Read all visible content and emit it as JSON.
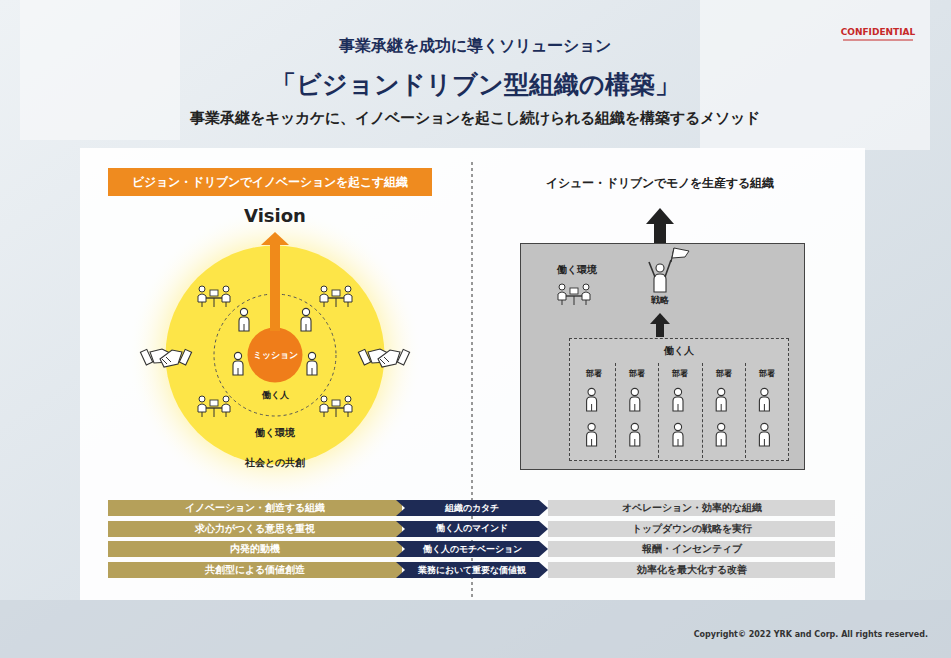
{
  "diagram": {
    "title": "「ビジョンドリブン型組織の構築」",
    "nodes": [
      {
        "text": [
          "ビジョン・ドリブンでイノベーションを起こす組織"
        ]
      },
      {
        "text": [
          "社会との共創"
        ]
      },
      {
        "text": [
          "働く環境"
        ],
        "in": 1
      },
      {
        "text": [
          "働く人"
        ],
        "in": 2
      },
      {
        "text": [
          "ミッション"
        ],
        "in": 3
      },
      {
        "text": [
          "働く環境"
        ]
      },
      {
        "text": [
          "働く人"
        ],
        "in": 5
      },
      {
        "text": [
          "部署"
        ],
        "in": 6
      },
      {
        "text": [
          "部署"
        ],
        "in": 6
      },
      {
        "text": [
          "部署"
        ],
        "in": 6
      },
      {
        "text": [
          "部署"
        ],
        "in": 6
      },
      {
        "text": [
          "部署"
        ],
        "in": 6
      },
      {
        "text": [
          "イノベーション・創造する組織"
        ]
      },
      {
        "text": [
          "組織のカタチ"
        ]
      },
      {
        "text": [
          "オペレーション・効率的な組織"
        ]
      },
      {
        "text": [
          "求心力がつくる意思を重視"
        ]
      },
      {
        "text": [
          "働く人のマインド"
        ]
      },
      {
        "text": [
          "トップダウンの戦略を実行"
        ]
      },
      {
        "text": [
          "内発的動機"
        ]
      },
      {
        "text": [
          "働く人のモチベーション"
        ]
      },
      {
        "text": [
          "報酬・インセンティブ"
        ]
      },
      {
        "text": [
          "共創型による価値創造"
        ]
      },
      {
        "text": [
          "業務において重要な価値観"
        ]
      },
      {
        "text": [
          "効率化を最大化する改善"
        ]
      }
    ],
    "labels": [
      "CONFIDENTIAL",
      "事業承継を成功に導くソリューション",
      "事業承継をキッカケに、イノベーションを起こし続けられる組織を構築するメソッド",
      "Vision",
      "イシュー・ドリブンでモノを生産する組織",
      "戦略",
      "Copyright© 2022 YRK and Corp. All rights reserved."
    ]
  }
}
